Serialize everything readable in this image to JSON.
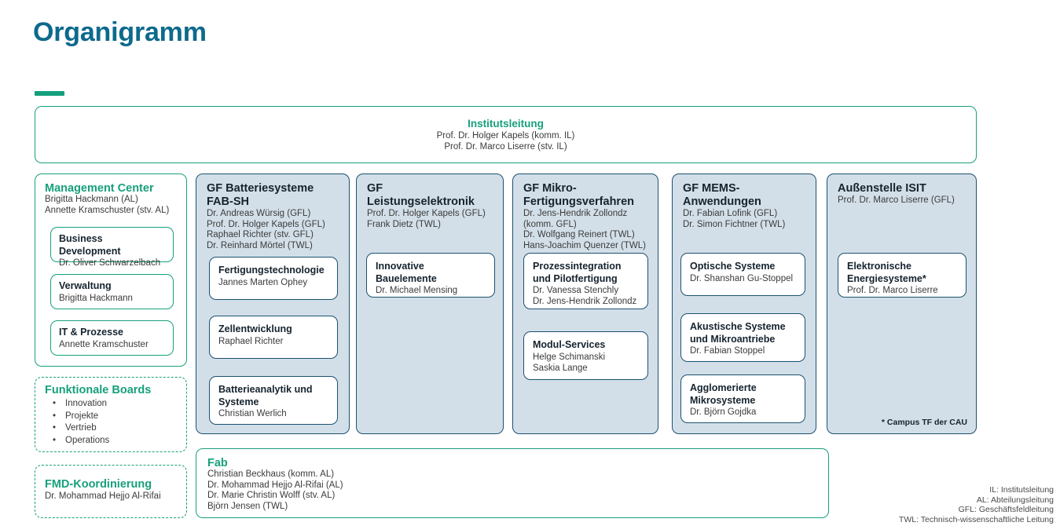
{
  "page": {
    "title": "Organigramm",
    "accent_green": "#17a07c",
    "accent_blue": "#0d6a8c",
    "column_fill": "#d3dfe8",
    "column_border": "#1b5170"
  },
  "institutsleitung": {
    "title": "Institutsleitung",
    "people": [
      "Prof. Dr. Holger Kapels (komm. IL)",
      "Prof. Dr. Marco Liserre (stv. IL)"
    ]
  },
  "management_center": {
    "title": "Management Center",
    "people": [
      "Brigitta Hackmann (AL)",
      "Annette Kramschuster (stv. AL)"
    ],
    "cards": [
      {
        "title": "Business Development",
        "people": [
          "Dr. Oliver Schwarzelbach"
        ]
      },
      {
        "title": "Verwaltung",
        "people": [
          "Brigitta Hackmann"
        ]
      },
      {
        "title": "IT & Prozesse",
        "people": [
          "Annette Kramschuster"
        ]
      }
    ]
  },
  "funktionale_boards": {
    "title": "Funktionale Boards",
    "items": [
      "Innovation",
      "Projekte",
      "Vertrieb",
      "Operations"
    ]
  },
  "fmd": {
    "title": "FMD-Koordinierung",
    "people": [
      "Dr. Mohammad Hejjo Al-Rifai"
    ]
  },
  "columns": [
    {
      "id": "batterie",
      "title": "GF Batteriesysteme FAB-SH",
      "people": [
        "Dr. Andreas Würsig (GFL)",
        "Prof. Dr. Holger Kapels (GFL)",
        "Raphael Richter (stv. GFL)",
        "Dr. Reinhard Mörtel (TWL)"
      ],
      "cards": [
        {
          "title": "Fertigungstechnologie",
          "people": [
            "Jannes Marten Ophey"
          ]
        },
        {
          "title": "Zellentwicklung",
          "people": [
            "Raphael Richter"
          ]
        },
        {
          "title": "Batterieanalytik und Systeme",
          "people": [
            "Christian Werlich"
          ]
        }
      ]
    },
    {
      "id": "leistung",
      "title": "GF Leistungselektronik",
      "people": [
        "Prof. Dr. Holger Kapels (GFL)",
        "Frank Dietz (TWL)"
      ],
      "cards": [
        {
          "title": "Innovative Bauelemente",
          "people": [
            "Dr. Michael Mensing"
          ]
        }
      ]
    },
    {
      "id": "mikro",
      "title": "GF Mikro-Fertigungsverfahren",
      "people": [
        "Dr. Jens-Hendrik Zollondz (komm. GFL)",
        "Dr. Wolfgang Reinert (TWL)",
        "Hans-Joachim Quenzer (TWL)"
      ],
      "cards": [
        {
          "title": "Prozessintegration und Pilotfertigung",
          "people": [
            "Dr. Vanessa Stenchly",
            "Dr. Jens-Hendrik Zollondz"
          ]
        },
        {
          "title": "Modul-Services",
          "people": [
            "Helge Schimanski",
            "Saskia Lange"
          ]
        }
      ]
    },
    {
      "id": "mems",
      "title": "GF MEMS-Anwendungen",
      "people": [
        "Dr. Fabian Lofink (GFL)",
        "Dr. Simon Fichtner (TWL)"
      ],
      "cards": [
        {
          "title": "Optische Systeme",
          "people": [
            "Dr. Shanshan Gu-Stoppel"
          ]
        },
        {
          "title": "Akustische Systeme und Mikroantriebe",
          "people": [
            "Dr. Fabian Stoppel"
          ]
        },
        {
          "title": "Agglomerierte Mikrosysteme",
          "people": [
            "Dr. Björn Gojdka"
          ]
        }
      ]
    },
    {
      "id": "isit",
      "title": "Außenstelle ISIT",
      "people": [
        "Prof. Dr. Marco Liserre (GFL)"
      ],
      "cards": [
        {
          "title": "Elektronische Energiesysteme*",
          "people": [
            "Prof. Dr. Marco Liserre"
          ]
        }
      ],
      "footnote": "* Campus TF der CAU"
    }
  ],
  "fab": {
    "title": "Fab",
    "people": [
      "Christian Beckhaus (komm. AL)",
      "Dr. Mohammad Hejjo Al-Rifai  (AL)",
      "Dr. Marie Christin Wolff (stv. AL)",
      "Björn Jensen (TWL)"
    ]
  },
  "legend": [
    "IL: Institutsleitung",
    "AL: Abteilungsleitung",
    "GFL: Geschäftsfeldleitung",
    "TWL: Technisch-wissenschaftliche Leitung"
  ]
}
